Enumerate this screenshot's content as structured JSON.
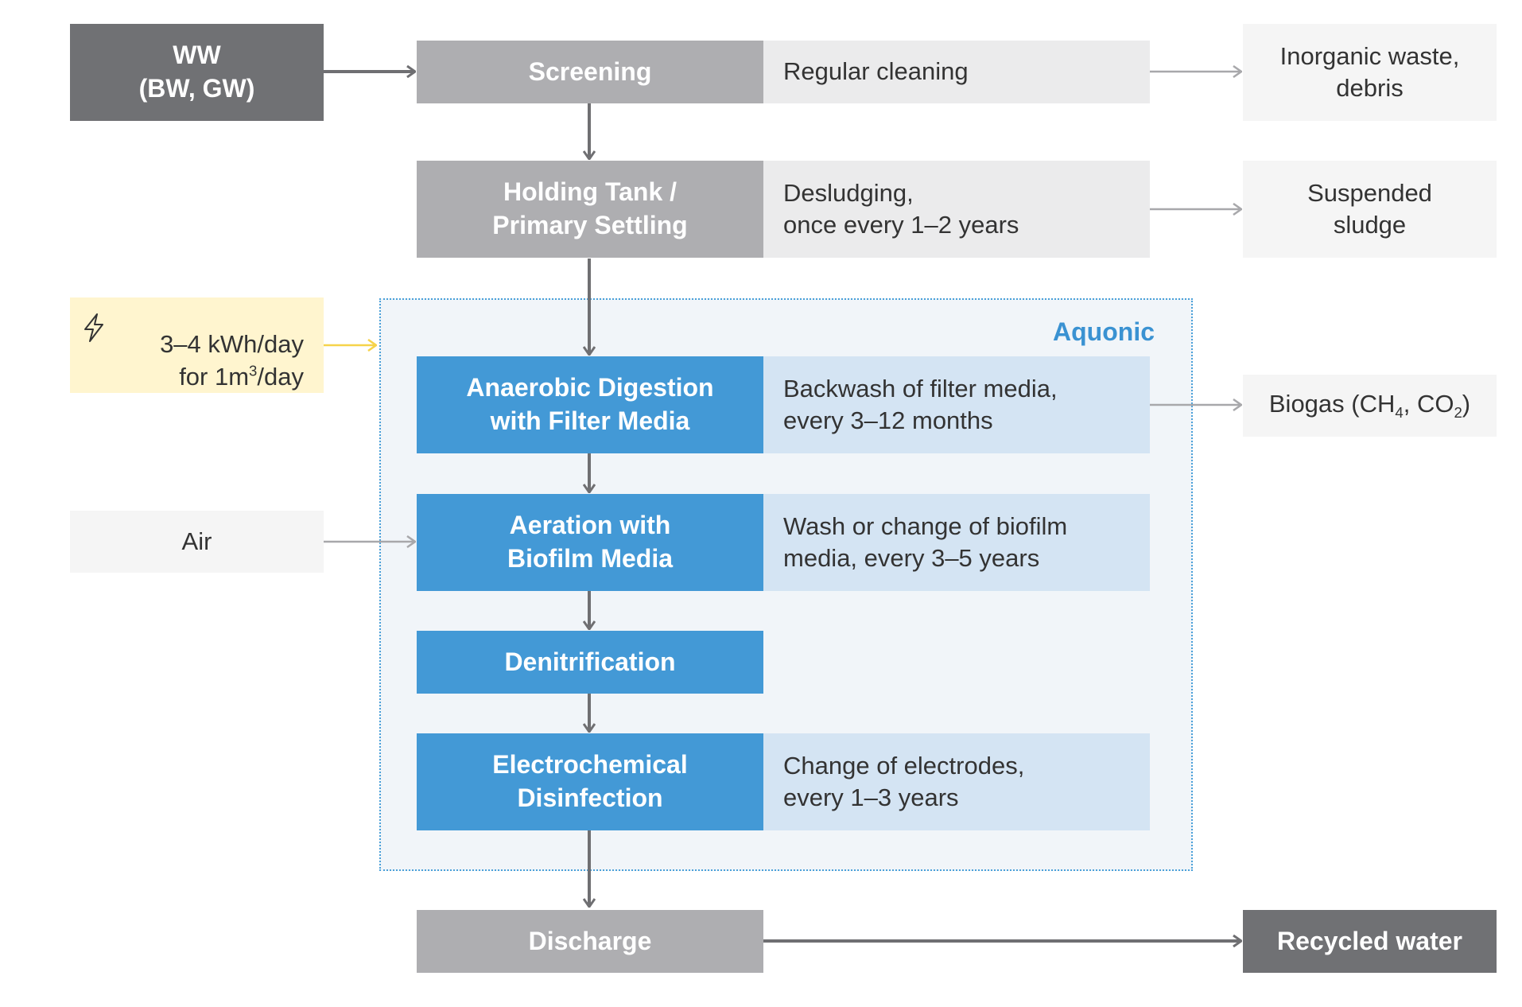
{
  "input": {
    "line1": "WW",
    "line2": "(BW, GW)"
  },
  "energy": {
    "line1": "3–4 kWh/day",
    "line2_prefix": "for 1m",
    "line2_sup": "3",
    "line2_suffix": "/day"
  },
  "air": "Air",
  "group_label": "Aquonic",
  "steps": [
    {
      "lines": [
        "Screening"
      ],
      "note": [
        "Regular cleaning"
      ],
      "output": [
        "Inorganic waste,",
        "debris"
      ]
    },
    {
      "lines": [
        "Holding Tank /",
        "Primary Settling"
      ],
      "note": [
        "Desludging,",
        "once every 1–2 years"
      ],
      "output": [
        "Suspended",
        "sludge"
      ]
    },
    {
      "lines": [
        "Anaerobic Digestion",
        "with Filter Media"
      ],
      "note": [
        "Backwash of filter media,",
        "every 3–12 months"
      ]
    },
    {
      "lines": [
        "Aeration with",
        "Biofilm Media"
      ],
      "note": [
        "Wash or change of biofilm",
        "media, every 3–5 years"
      ]
    },
    {
      "lines": [
        "Denitrification"
      ]
    },
    {
      "lines": [
        "Electrochemical",
        "Disinfection"
      ],
      "note": [
        "Change of electrodes,",
        "every 1–3 years"
      ]
    },
    {
      "lines": [
        "Discharge"
      ]
    }
  ],
  "biogas": {
    "prefix": "Biogas (CH",
    "sub1": "4",
    "middle": ", CO",
    "sub2": "2",
    "suffix": ")"
  },
  "recycled": "Recycled water",
  "colors": {
    "dark_gray": "#707174",
    "gray": "#aeaeb1",
    "blue": "#4399d6",
    "aquonic_text": "#3a92d2",
    "energy_bg": "#fff5cf"
  }
}
